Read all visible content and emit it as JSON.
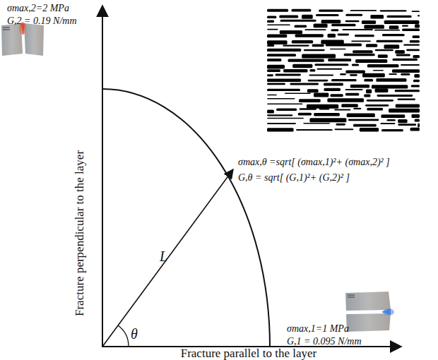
{
  "diagram": {
    "labels": [
      "σmax,2=2 MPa",
      "G,2 = 0.19 N/mm",
      "Fracture perpendicular to the layer",
      "σmax,θ =sqrt[ (σmax,1)²+ (σmax,2)² ]",
      "G,θ = sqrt[ (G,1)²+ (G,2)² ]",
      "L",
      "θ",
      "σmax,1=1 MPa",
      "G,1 = 0.095 N/mm",
      "Fracture parallel to the layer"
    ]
  }
}
